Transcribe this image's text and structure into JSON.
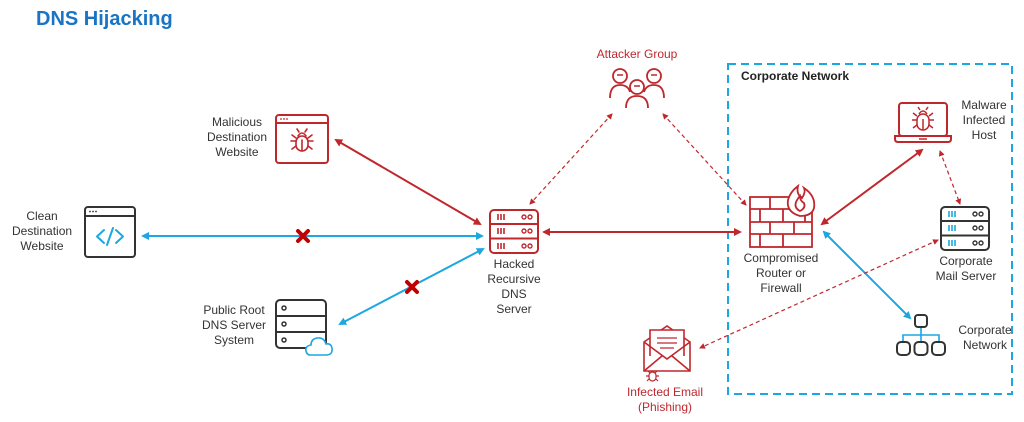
{
  "title": "DNS Hijacking",
  "colors": {
    "title_blue": "#1a74c4",
    "attack_red": "#c0272d",
    "legit_blue": "#1ba7e1",
    "neutral": "#333333"
  },
  "nodes": {
    "clean_site": {
      "label": "Clean\nDestination\nWebsite",
      "icon": "code-window-icon"
    },
    "malicious_site": {
      "label": "Malicious\nDestination\nWebsite",
      "icon": "bug-window-icon"
    },
    "root_dns": {
      "label": "Public Root\nDNS Server\nSystem",
      "icon": "server-cloud-icon"
    },
    "hacked_dns": {
      "label": "Hacked\nRecursive\nDNS\nServer",
      "icon": "server-icon"
    },
    "attacker": {
      "label": "Attacker Group",
      "icon": "attacker-group-icon"
    },
    "router": {
      "label": "Compromised\nRouter or\nFirewall",
      "icon": "firewall-fire-icon"
    },
    "malware_host": {
      "label": "Malware\nInfected\nHost",
      "icon": "bug-laptop-icon"
    },
    "mail_server": {
      "label": "Corporate\nMail Server",
      "icon": "mail-server-icon"
    },
    "corp_net": {
      "label": "Corporate\nNetwork",
      "icon": "network-tree-icon"
    },
    "infected_email": {
      "label": "Infected Email\n(Phishing)",
      "icon": "infected-email-icon"
    }
  },
  "zone": {
    "label": "Corporate Network"
  },
  "connections": [
    {
      "from": "hacked_dns",
      "to": "clean_site",
      "style": "solid-blue",
      "blocked": true
    },
    {
      "from": "hacked_dns",
      "to": "root_dns",
      "style": "solid-blue",
      "blocked": true
    },
    {
      "from": "hacked_dns",
      "to": "malicious_site",
      "style": "solid-red",
      "blocked": false
    },
    {
      "from": "hacked_dns",
      "to": "router",
      "style": "solid-red",
      "blocked": false
    },
    {
      "from": "attacker",
      "to": "hacked_dns",
      "style": "dashed-red",
      "blocked": false
    },
    {
      "from": "attacker",
      "to": "router",
      "style": "dashed-red",
      "blocked": false
    },
    {
      "from": "router",
      "to": "malware_host",
      "style": "solid-red",
      "blocked": false
    },
    {
      "from": "router",
      "to": "corp_net",
      "style": "solid-blue",
      "blocked": false
    },
    {
      "from": "malware_host",
      "to": "mail_server",
      "style": "dashed-red",
      "blocked": false
    },
    {
      "from": "mail_server",
      "to": "infected_email",
      "style": "dashed-red",
      "blocked": false
    }
  ]
}
